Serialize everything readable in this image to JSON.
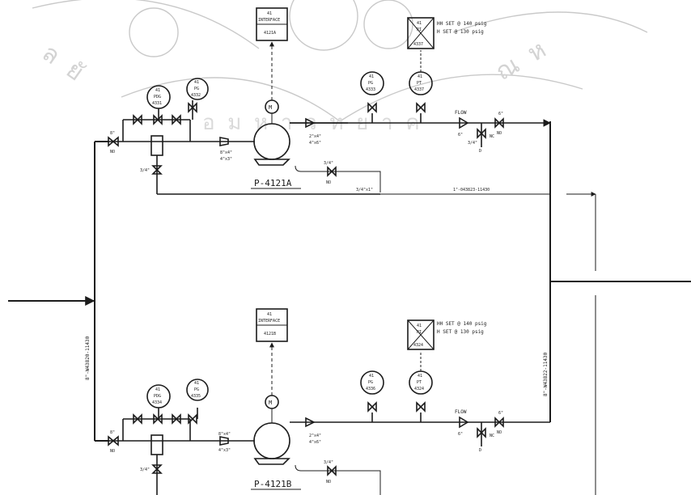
{
  "pumps": {
    "a": {
      "tag": "P-4121A",
      "motor": "M",
      "interface": {
        "num": "41",
        "label": "INTERFACE",
        "tag": "4121A"
      },
      "pdg": {
        "num": "41",
        "type": "PDG",
        "tag": "4331"
      },
      "pg_suction": {
        "num": "41",
        "type": "PG",
        "tag": "4332"
      },
      "pg_discharge": {
        "num": "41",
        "type": "PG",
        "tag": "4333"
      },
      "pt": {
        "num": "41",
        "type": "PT",
        "tag": "4337"
      },
      "pi": {
        "num": "41",
        "type": "PI",
        "tag": "4337"
      },
      "set_hh": "HH SET @ 140 psig",
      "set_h": "H  SET @ 130 psig"
    },
    "b": {
      "tag": "P-4121B",
      "motor": "M",
      "interface": {
        "num": "41",
        "label": "INTERFACE",
        "tag": "4121B"
      },
      "pdg": {
        "num": "41",
        "type": "PDG",
        "tag": "4334"
      },
      "pg_suction": {
        "num": "41",
        "type": "PG",
        "tag": "4335"
      },
      "pg_discharge": {
        "num": "41",
        "type": "PG",
        "tag": "4336"
      },
      "pt": {
        "num": "41",
        "type": "PT",
        "tag": "4324"
      },
      "pi": {
        "num": "41",
        "type": "PI",
        "tag": "4324"
      },
      "set_hh": "HH SET @ 140 psig",
      "set_h": "H  SET @ 130 psig"
    }
  },
  "lines": {
    "suction_header": "8\"-W43820-11430",
    "discharge_header": "8\"-W43822-11430",
    "recirc": "1\"-043823-11430"
  },
  "labels": {
    "flow": "FLOW",
    "no": "NO",
    "nc": "NC",
    "d": "D",
    "eight": "8\"",
    "six": "6\"",
    "three_quarter": "3/4\"",
    "reducer_in": "8\"x4\"",
    "reducer_in2": "4\"x3\"",
    "reducer_out": "2\"x4\"",
    "reducer_out2": "4\"x6\"",
    "recirc_reducer": "3/4\"x1\"",
    "one": "1\""
  }
}
